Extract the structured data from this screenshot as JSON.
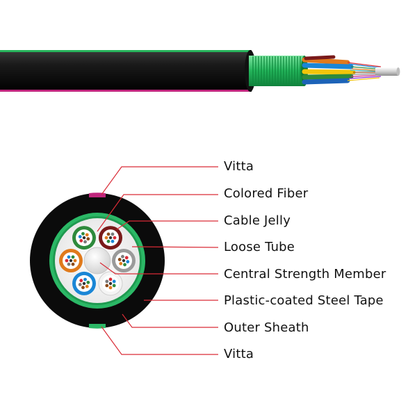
{
  "labels": [
    "Vitta",
    "Colored Fiber",
    "Cable Jelly",
    "Loose Tube",
    "Central Strength Member",
    "Plastic-coated Steel Tape",
    "Outer Sheath",
    "Vitta"
  ],
  "colors": {
    "leader_line": "#d92b36",
    "outer_sheath": "#0b0b0b",
    "steel_tape": "#2bb866",
    "vitta": "#c0267d",
    "central_member": "#f0f0f0"
  },
  "tube_colors": [
    "#7a1a1a",
    "#9a9a9a",
    "#f4f4f4",
    "#1a86d6",
    "#e07a1c",
    "#2e8a3c"
  ]
}
